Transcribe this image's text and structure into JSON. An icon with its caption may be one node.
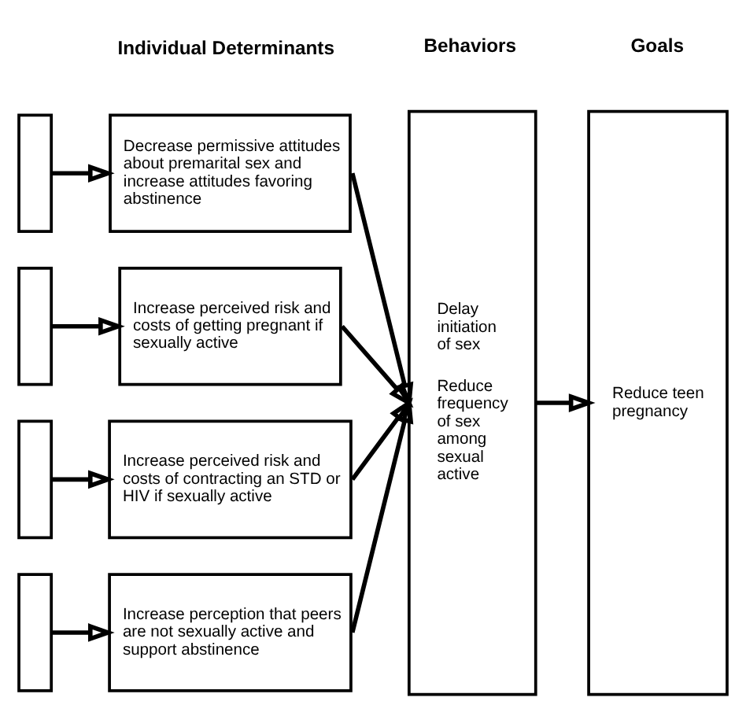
{
  "diagram": {
    "nodes": [
      {
        "text": [],
        "shape": "box"
      },
      {
        "text": [],
        "shape": "box"
      },
      {
        "text": [],
        "shape": "box"
      },
      {
        "text": [],
        "shape": "box"
      },
      {
        "text": [
          "Decrease permissive attitudes about premarital sex and increase attitudes favoring abstinence"
        ]
      },
      {
        "text": [
          "Increase perceived risk and costs of getting pregnant if sexually active"
        ]
      },
      {
        "text": [
          "Increase perceived risk and costs of contracting an STD or HIV if sexually active"
        ]
      },
      {
        "text": [
          "Increase perception that peers are not sexually active and support abstinence"
        ]
      },
      {
        "text": [
          "Delay initiation of sex",
          "Reduce frequency of sex among sexual active"
        ]
      },
      {
        "text": [
          "Reduce teen pregnancy"
        ]
      }
    ],
    "edges": [
      {
        "from": 0,
        "to": 4,
        "arrow": "to"
      },
      {
        "from": 1,
        "to": 5,
        "arrow": "to"
      },
      {
        "from": 2,
        "to": 6,
        "arrow": "to"
      },
      {
        "from": 3,
        "to": 7,
        "arrow": "to"
      },
      {
        "from": 4,
        "to": 8,
        "arrow": "to"
      },
      {
        "from": 5,
        "to": 8,
        "arrow": "to"
      },
      {
        "from": 6,
        "to": 8,
        "arrow": "to"
      },
      {
        "from": 7,
        "to": 8,
        "arrow": "to"
      },
      {
        "from": 8,
        "to": 9,
        "arrow": "to"
      }
    ],
    "labels": [
      "Individual Determinants",
      "Behaviors",
      "Goals"
    ]
  }
}
